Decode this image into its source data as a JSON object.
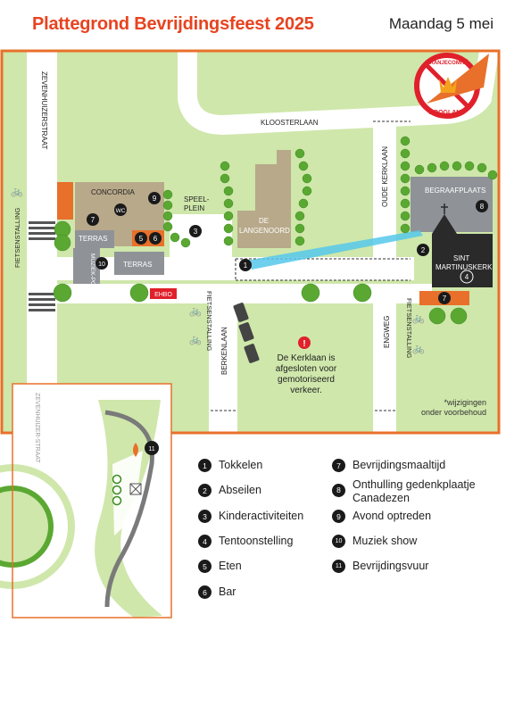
{
  "header": {
    "title": "Plattegrond Bevrijdingsfeest 2025",
    "date": "Maandag 5 mei"
  },
  "colors": {
    "accent": "#e8702a",
    "title": "#e8431f",
    "grass": "#cfe7ab",
    "road": "#ffffff",
    "building": "#b8a98a",
    "terrace": "#8f9398",
    "dark_building": "#2a2a2a",
    "tree": "#5aa832"
  },
  "streets": {
    "zevenhuizerstraat": "ZEVENHUIZERSTRAAT",
    "kloosterlaan": "KLOOSTERLAAN",
    "oude_kerklaan": "OUDE KERKLAAN",
    "berkenlaan": "BERKENLAAN",
    "engweg": "ENGWEG",
    "zevenhuizerstraat_inset": "ZEVENHUIZER-STRAAT"
  },
  "places": {
    "concordia": "CONCORDIA",
    "wc": "WC",
    "terras1": "TERRAS",
    "terras2": "TERRAS",
    "muziekpodium": "MUZIEK-PODIUM",
    "speelplein_1": "SPEEL-",
    "speelplein_2": "PLEIN",
    "langenoord_1": "DE",
    "langenoord_2": "LANGENOORD",
    "begraafplaats": "BEGRAAFPLAATS",
    "sint_1": "SINT",
    "sint_2": "MARTINUSKERK",
    "ehbo": "EHBO",
    "fietsenstalling_left": "FIETSENSTALLING",
    "fietsenstalling_mid": "FIETSENSTALLING",
    "fietsenstalling_right": "FIETSENSTALLING"
  },
  "logo": {
    "top": "ORANJECOMITÉ",
    "bottom": "HOOGLAND"
  },
  "notice": {
    "line1": "De Kerklaan is",
    "line2": "afgesloten voor",
    "line3": "gemotoriseerd",
    "line4": "verkeer."
  },
  "footnote": {
    "line1": "*wijzigingen",
    "line2": "onder voorbehoud"
  },
  "legend": [
    {
      "num": "1",
      "label": "Tokkelen"
    },
    {
      "num": "2",
      "label": "Abseilen"
    },
    {
      "num": "3",
      "label": "Kinderactiviteiten"
    },
    {
      "num": "4",
      "label": "Tentoonstelling"
    },
    {
      "num": "5",
      "label": "Eten"
    },
    {
      "num": "6",
      "label": "Bar"
    },
    {
      "num": "7",
      "label": "Bevrijdingsmaaltijd"
    },
    {
      "num": "8",
      "label": "Onthulling gedenkplaatje Canadezen"
    },
    {
      "num": "9",
      "label": "Avond optreden"
    },
    {
      "num": "10",
      "label": "Muziek show"
    },
    {
      "num": "11",
      "label": "Bevrijdingsvuur"
    }
  ],
  "markers": [
    "1",
    "2",
    "3",
    "4",
    "5",
    "6",
    "7",
    "8",
    "9",
    "10",
    "11",
    "7"
  ]
}
